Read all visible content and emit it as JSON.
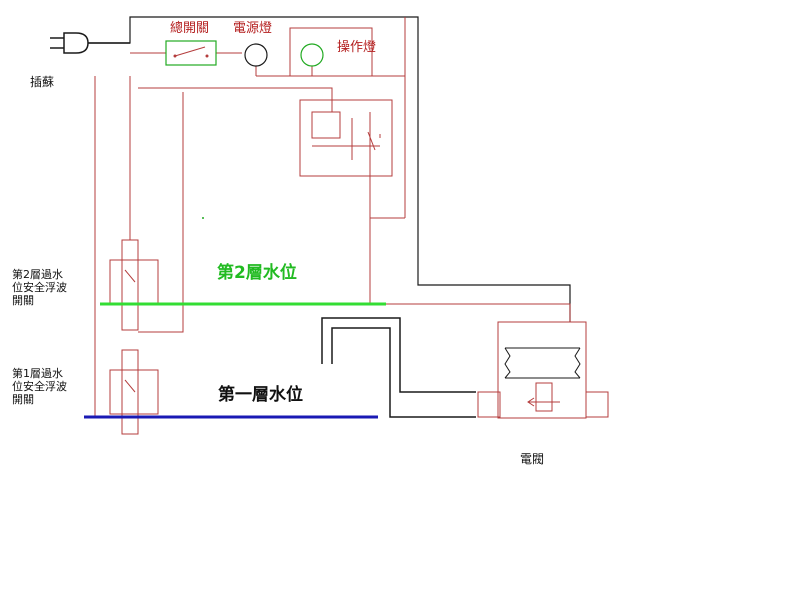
{
  "labels": {
    "plug": "插蘇",
    "main_switch": "總開關",
    "power_lamp": "電源燈",
    "operation_lamp": "操作燈",
    "float_switch_2_line1": "第2層過水",
    "float_switch_2_line2": "位安全浮波",
    "float_switch_2_line3": "開關",
    "float_switch_1_line1": "第1層過水",
    "float_switch_1_line2": "位安全浮波",
    "float_switch_1_line3": "開關",
    "water_level_2": "第2層水位",
    "water_level_1": "第一層水位",
    "solenoid_valve": "電閥"
  },
  "colors": {
    "wire_red": "#b43c3c",
    "wire_black": "#1a1a1a",
    "level_2": "#33dd33",
    "level_1": "#1a1ab4",
    "switch_box": "#22aa22",
    "label_green": "#22bb22"
  }
}
